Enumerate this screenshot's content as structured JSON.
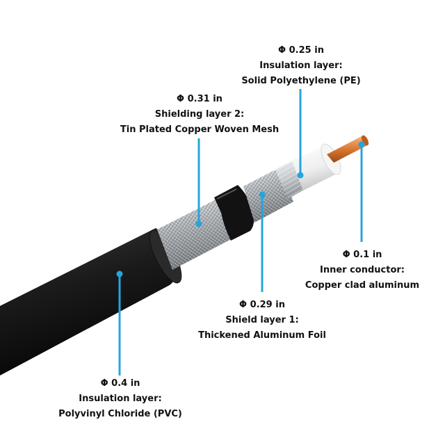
{
  "colors": {
    "callout": "#27a4dc",
    "jacket": "#1a1a1a",
    "copper": "#d9772f",
    "dielectric": "#f4f4f4",
    "foil": "#cfd3d8",
    "braid": "#a9adb2"
  },
  "callouts": [
    {
      "id": "inner-conductor",
      "diameter": "Φ 0.1 in",
      "layer": "Inner conductor:",
      "material": "Copper clad aluminum"
    },
    {
      "id": "insulation-pe",
      "diameter": "Φ 0.25 in",
      "layer": "Insulation layer:",
      "material": "Solid Polyethylene (PE)"
    },
    {
      "id": "shield-foil",
      "diameter": "Φ 0.29 in",
      "layer": "Shield layer 1:",
      "material": "Thickened Aluminum Foil"
    },
    {
      "id": "shield-braid",
      "diameter": "Φ 0.31 in",
      "layer": "Shielding layer 2:",
      "material": "Tin Plated Copper Woven Mesh"
    },
    {
      "id": "jacket-pvc",
      "diameter": "Φ 0.4 in",
      "layer": "Insulation layer:",
      "material": "Polyvinyl Chloride (PVC)"
    }
  ]
}
